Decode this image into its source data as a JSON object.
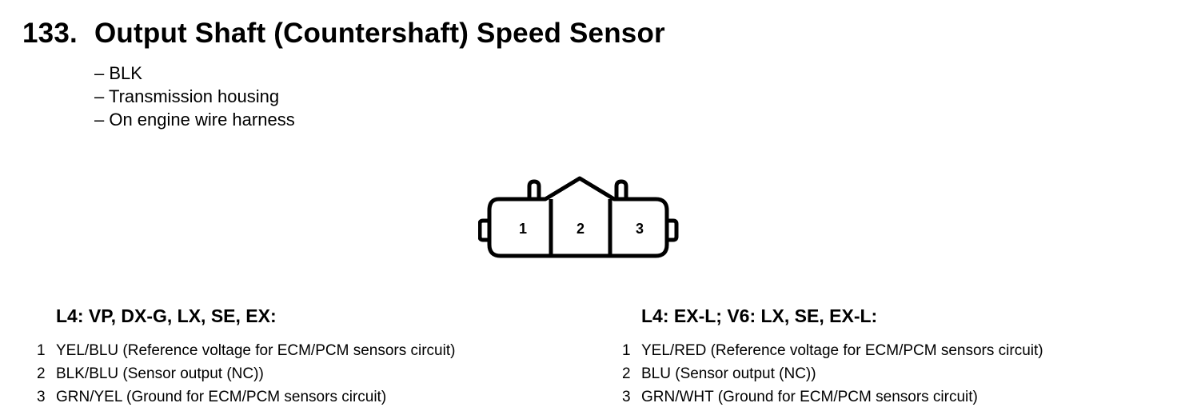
{
  "header": {
    "number": "133.",
    "title": "Output Shaft (Countershaft) Speed Sensor"
  },
  "details": [
    "– BLK",
    "– Transmission housing",
    "– On engine wire harness"
  ],
  "connector": {
    "pins": [
      "1",
      "2",
      "3"
    ]
  },
  "variants": [
    {
      "heading": "L4: VP, DX-G, LX, SE, EX:",
      "wires": [
        {
          "pin": "1",
          "text": "YEL/BLU (Reference voltage for ECM/PCM sensors circuit)"
        },
        {
          "pin": "2",
          "text": "BLK/BLU (Sensor output (NC))"
        },
        {
          "pin": "3",
          "text": "GRN/YEL (Ground for ECM/PCM sensors circuit)"
        }
      ]
    },
    {
      "heading": "L4: EX-L; V6: LX, SE, EX-L:",
      "wires": [
        {
          "pin": "1",
          "text": "YEL/RED (Reference voltage for ECM/PCM sensors circuit)"
        },
        {
          "pin": "2",
          "text": "BLU (Sensor output (NC))"
        },
        {
          "pin": "3",
          "text": "GRN/WHT (Ground for ECM/PCM sensors circuit)"
        }
      ]
    }
  ]
}
